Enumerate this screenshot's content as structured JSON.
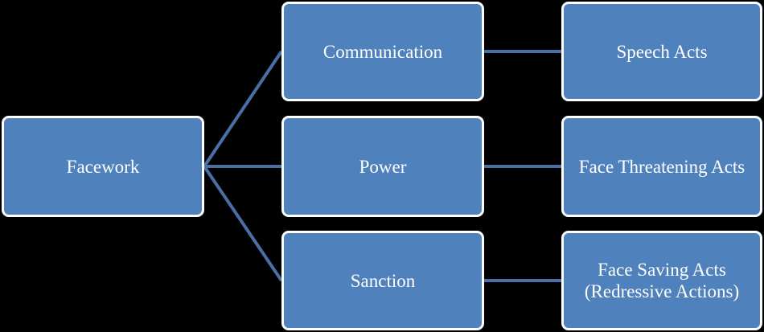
{
  "diagram": {
    "colors": {
      "background": "#000000",
      "node_fill": "#4f81bd",
      "node_border": "#ffffff",
      "connector": "#4a6fa5",
      "text": "#ffffff"
    },
    "nodes": {
      "facework": "Facework",
      "communication": "Communication",
      "power": "Power",
      "sanction": "Sanction",
      "speech_acts": "Speech Acts",
      "face_threatening_acts": "Face Threatening Acts",
      "face_saving_acts": "Face Saving Acts\n(Redressive Actions)"
    },
    "edges": [
      {
        "from": "facework",
        "to": "communication"
      },
      {
        "from": "facework",
        "to": "power"
      },
      {
        "from": "facework",
        "to": "sanction"
      },
      {
        "from": "communication",
        "to": "speech_acts"
      },
      {
        "from": "power",
        "to": "face_threatening_acts"
      },
      {
        "from": "sanction",
        "to": "face_saving_acts"
      }
    ]
  }
}
